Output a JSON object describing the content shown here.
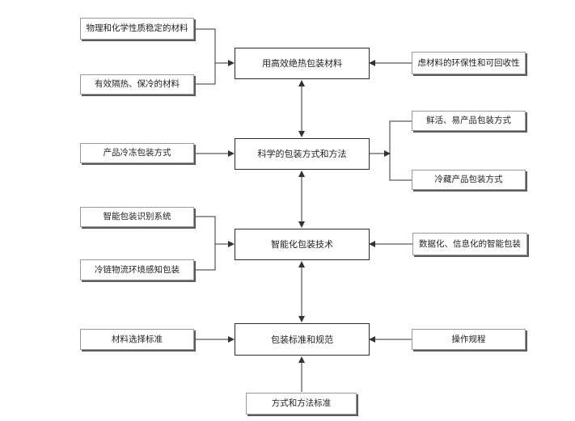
{
  "colors": {
    "line": "#333333",
    "box_border": "#2a2a2a",
    "side_border": "#9a9a9a",
    "shadow": "#5a5a5a"
  },
  "nodes": {
    "n1": "用高效绝热包装材料",
    "n2": "科学的包装方式和方法",
    "n3": "智能化包装技术",
    "n4": "包装标准和规范",
    "s1": "物理和化学性质稳定的材料",
    "s2": "有效隔热、保冷的材料",
    "s3": "虑材料的环保性和可回收性",
    "s4": "产品冷冻包装方式",
    "s5": "鲜活、易产品包装方式",
    "s6": "冷藏产品包装方式",
    "s7": "智能包装识别系统",
    "s8": "冷链物流环境感知包装",
    "s9": "数据化、信息化的智能包装",
    "s10": "材料选择标准",
    "s11": "操作规程",
    "s12": "方式和方法标准"
  }
}
